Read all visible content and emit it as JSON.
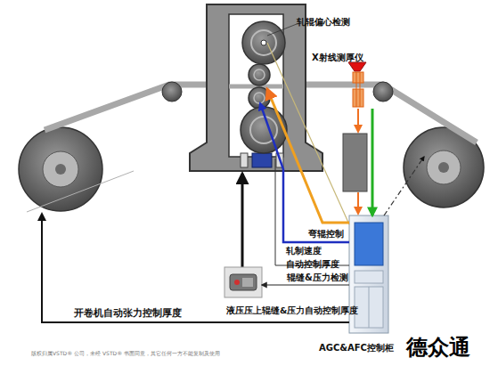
{
  "diagram": {
    "nodes": [
      {
        "text": [
          "X射线测厚仪"
        ]
      },
      {
        "text": [
          "AGC&AFC控制柜"
        ]
      },
      {
        "text": [
          "液压压上辊缝&压力自动控制厚度"
        ]
      }
    ],
    "edges": [
      {
        "from": 0,
        "to": 1,
        "arrow": "to"
      },
      {
        "from": 1,
        "to": 2,
        "label": "辊缝&压力检测",
        "arrow": "to"
      }
    ],
    "labels": [
      "轧辊偏心检测",
      "弯辊控制",
      "轧制速度 自动控制厚度",
      "开卷机自动张力控制厚度",
      "版权归属VSTD® 公司，未经 VSTD® 书面同意，其它任何一方不能复制及使用",
      "德众通"
    ]
  }
}
